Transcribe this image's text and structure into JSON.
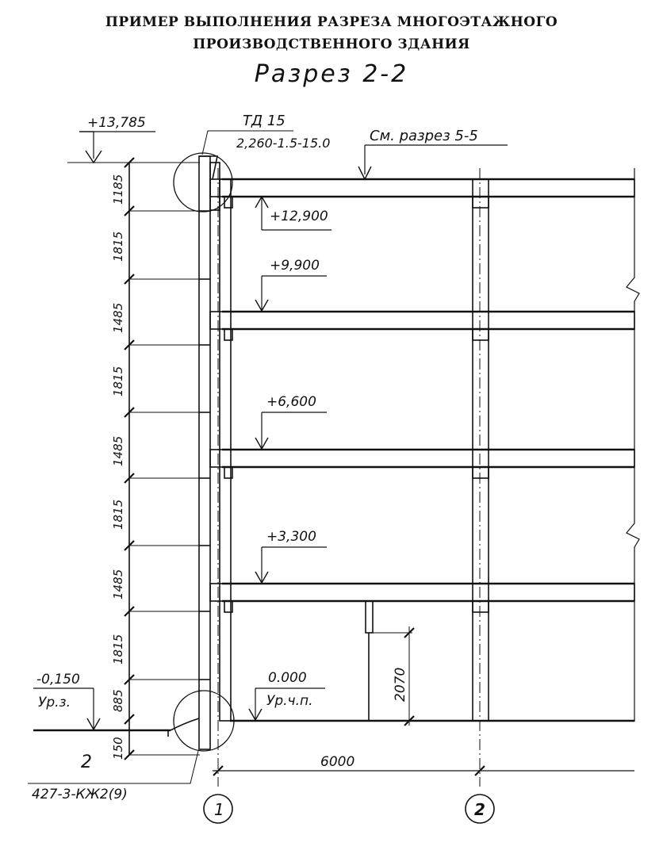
{
  "title": {
    "line1": "ПРИМЕР ВЫПОЛНЕНИЯ РАЗРЕЗА МНОГОЭТАЖНОГО",
    "line2": "ПРОИЗВОДСТВЕННОГО ЗДАНИЯ",
    "section": "Разрез 2-2"
  },
  "levels": {
    "top": "+13,785",
    "roof": "+12,900",
    "floor4": "+9,900",
    "floor3": "+6,600",
    "floor2": "+3,300",
    "ground": "0.000",
    "ground_label": "Ур.ч.п.",
    "grade": "-0,150",
    "grade_label": "Ур.з."
  },
  "dims_left": [
    "1185",
    "1815",
    "1485",
    "1815",
    "1485",
    "1815",
    "1485",
    "1815",
    "885",
    "150"
  ],
  "dims_other": {
    "span": "6000",
    "door": "2070"
  },
  "notes": {
    "detail_code": "ТД 15",
    "detail_ref": "2,260-1.5-15.0",
    "see_section": "См. разрез 5-5",
    "footing_ref": "427-3-КЖ2(9)",
    "section_mark": "2"
  },
  "axes": [
    "1",
    "2"
  ],
  "colors": {
    "ink": "#111111",
    "paper": "#ffffff"
  }
}
